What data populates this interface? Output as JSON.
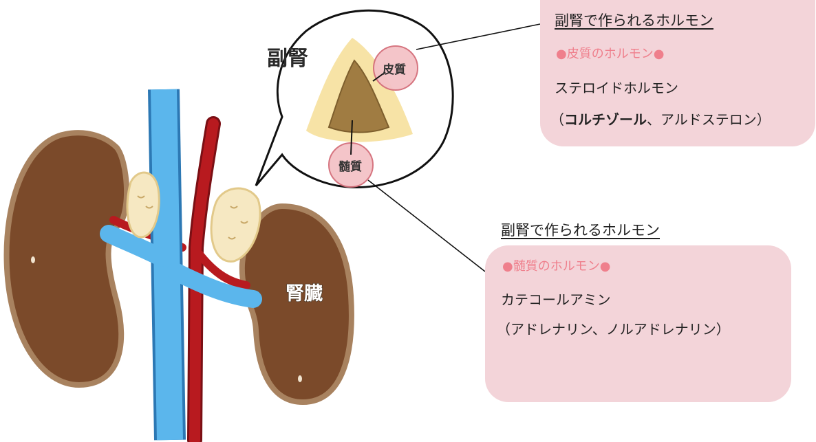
{
  "labels": {
    "adrenal": "副腎",
    "kidney": "腎臓",
    "cortex": "皮質",
    "medulla": "髄質"
  },
  "panels": {
    "cortex": {
      "title": "副腎で作られるホルモン",
      "subtitle": "●皮質のホルモン●",
      "line1": "ステロイドホルモン",
      "line2_open": "（",
      "line2_bold": "コルチゾール",
      "line2_rest": "、アルドステロン）"
    },
    "medulla": {
      "title": "副腎で作られるホルモン",
      "subtitle": "●髄質のホルモン●",
      "line1": "カテコールアミン",
      "line2": "（アドレナリン、ノルアドレナリン）"
    }
  },
  "colors": {
    "kidney": "#7b4a2a",
    "kidney_outline": "#a8825f",
    "vein": "#5bb6ec",
    "artery": "#b81a1f",
    "adrenal": "#f6e8c2",
    "cortex_zone": "#f7e3a6",
    "medulla_zone": "#a07c42",
    "highlight_circle": "#f4c2c7",
    "panel_bg": "#f3d4d9",
    "panel_sub": "#ef7f8c"
  }
}
